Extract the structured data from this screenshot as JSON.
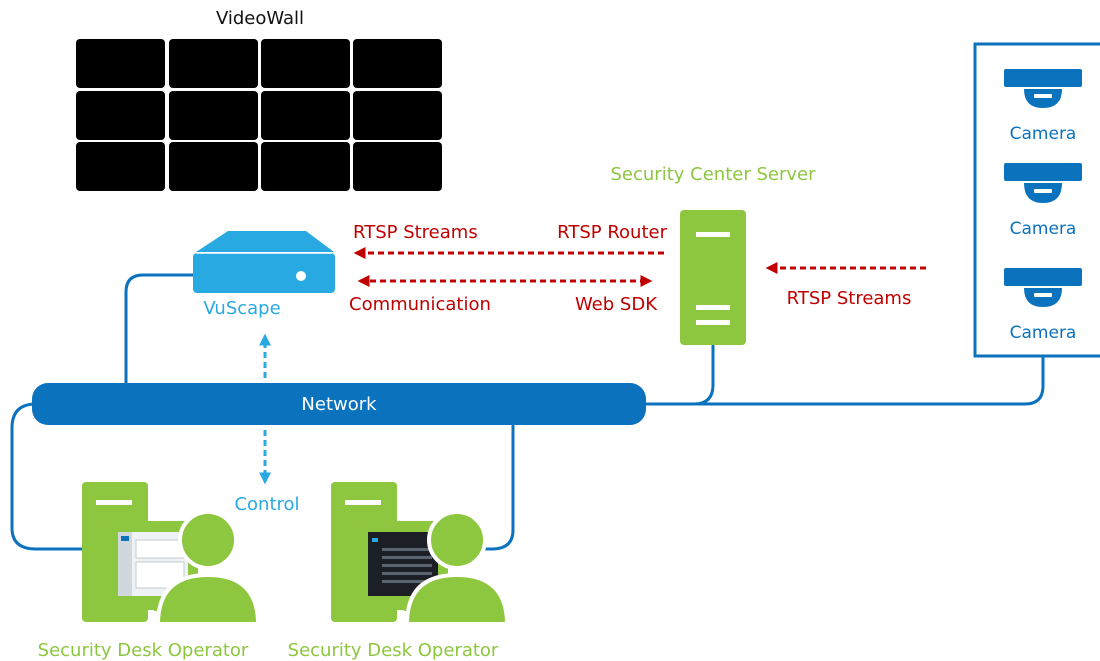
{
  "labels": {
    "videowall": "VideoWall",
    "security_center_server": "Security Center Server",
    "rtsp_streams_left": "RTSP Streams",
    "rtsp_router": "RTSP Router",
    "communication": "Communication",
    "web_sdk": "Web SDK",
    "rtsp_streams_right": "RTSP Streams",
    "vuscape": "VuScape",
    "network": "Network",
    "control": "Control",
    "operator_1": "Security Desk Operator",
    "operator_2": "Security Desk Operator"
  },
  "cameras": [
    {
      "label": "Camera"
    },
    {
      "label": "Camera"
    },
    {
      "label": "Camera"
    }
  ],
  "colors": {
    "network_blue": "#0b72be",
    "cyan": "#29a9e1",
    "green": "#8dc63f",
    "red": "#c00000",
    "screen_black": "#000000"
  }
}
